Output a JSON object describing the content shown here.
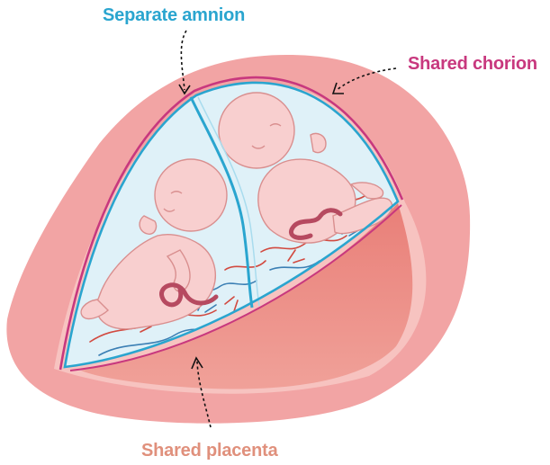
{
  "labels": {
    "amnion": "Separate amnion",
    "chorion": "Shared chorion",
    "placenta": "Shared placenta"
  },
  "colors": {
    "amnion": "#2aa5cf",
    "chorion": "#c8387e",
    "placenta": "#e0907c",
    "uterus": "#f2a4a4",
    "fluid": "#dff1f8",
    "baby_skin": "#f8cfcf",
    "placenta_tissue": "#ec8a80"
  }
}
